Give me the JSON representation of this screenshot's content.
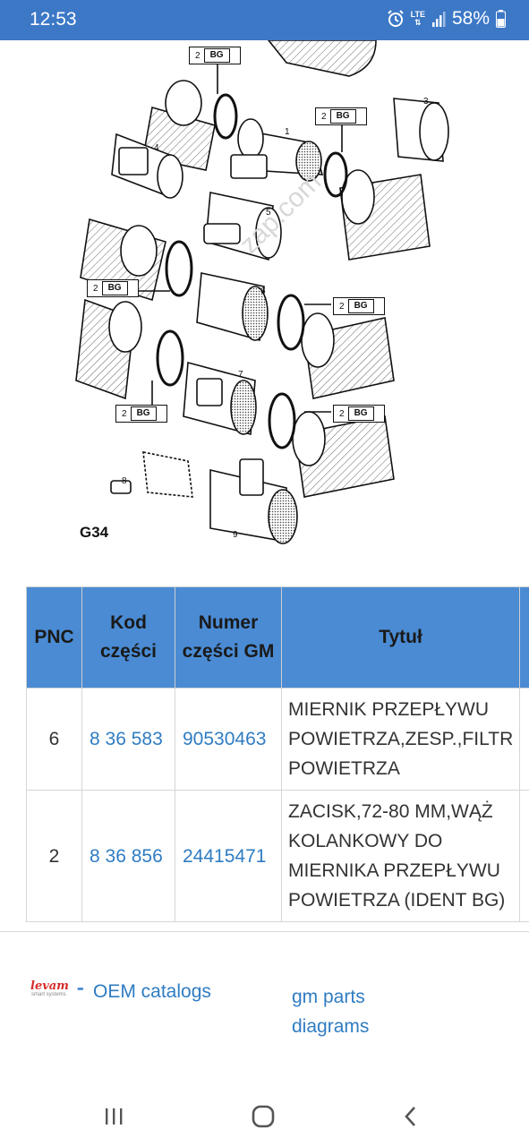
{
  "status_bar": {
    "time": "12:53",
    "network": "LTE",
    "battery": "58%",
    "icons": [
      "alarm-icon",
      "signal-icon",
      "battery-icon"
    ]
  },
  "diagram": {
    "code": "G34",
    "tag_label": "BG",
    "tag_qty": "2",
    "watermark": "zap.com",
    "callouts": [
      "1",
      "3",
      "4",
      "5",
      "6",
      "7",
      "8",
      "9"
    ]
  },
  "table": {
    "headers": [
      "PNC",
      "Kod części",
      "Numer części GM",
      "Tytuł"
    ],
    "rows": [
      {
        "pnc": "6",
        "code": "8 36 583",
        "gm_number": "90530463",
        "title": "MIERNIK PRZEPŁYWU POWIETRZA,ZESP.,FILTR POWIETRZA"
      },
      {
        "pnc": "2",
        "code": "8 36 856",
        "gm_number": "24415471",
        "title": "ZACISK,72-80 MM,WĄŻ KOLANKOWY DO MIERNIKA PRZEPŁYWU POWIETRZA (IDENT BG)"
      }
    ]
  },
  "footer": {
    "logo_text": "levam",
    "logo_sub": "smart systems",
    "oem_link": "OEM catalogs",
    "gm_link": "gm parts diagrams"
  },
  "colors": {
    "status_bar": "#3c78c6",
    "header_bg": "#4a8bd4",
    "link": "#2f7cc2",
    "logo": "#d62b2b"
  }
}
